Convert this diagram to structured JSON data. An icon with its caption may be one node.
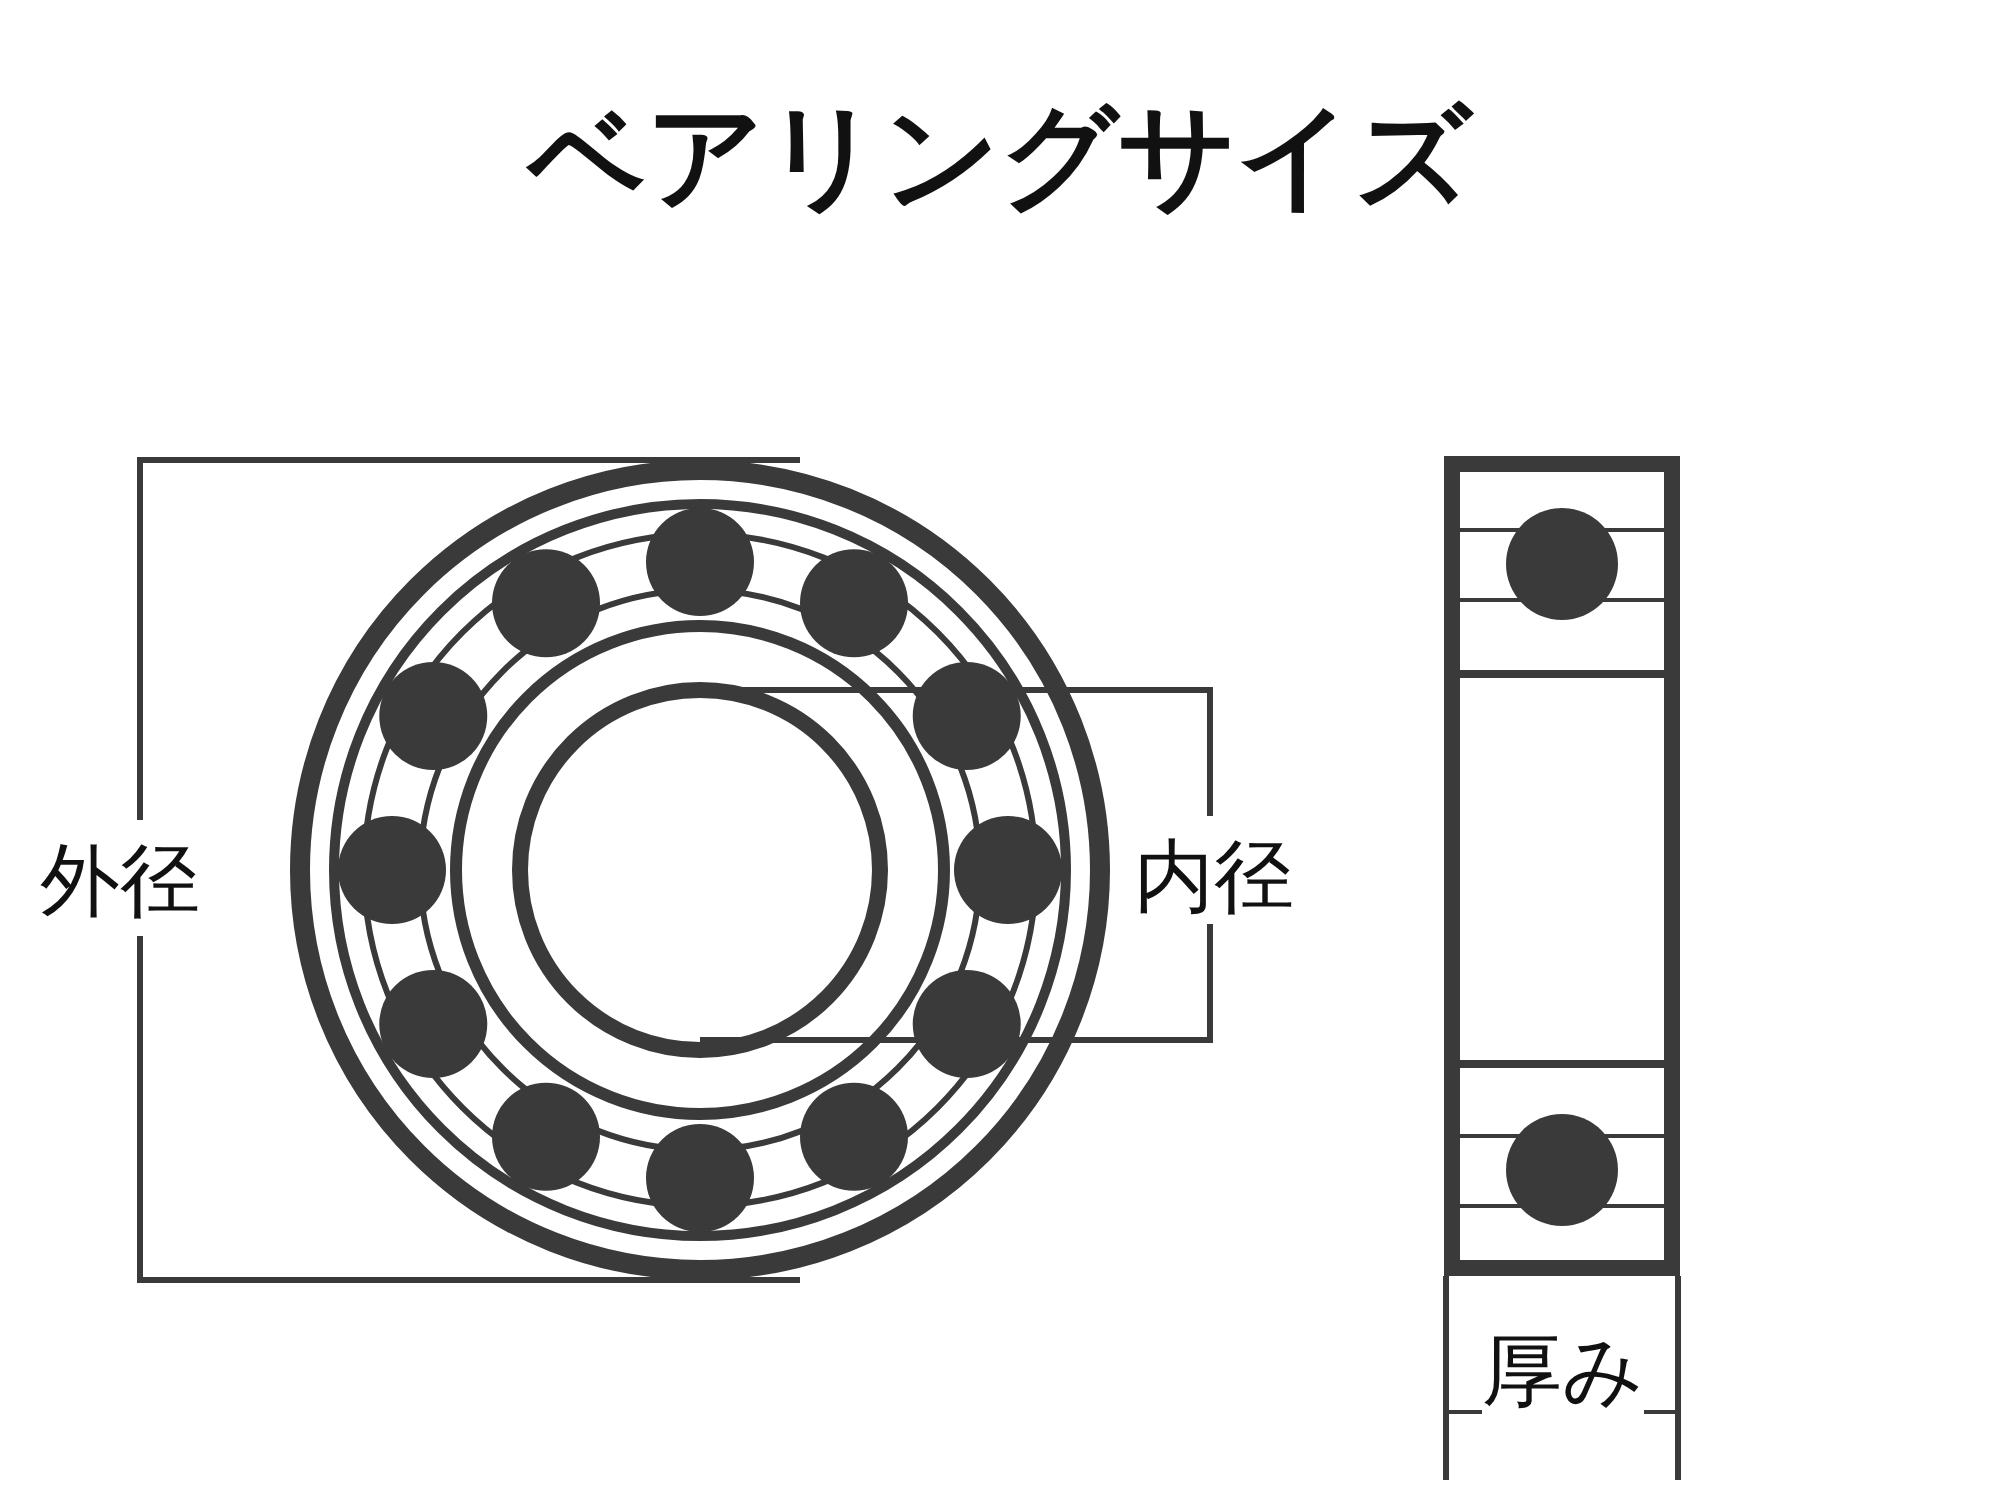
{
  "diagram": {
    "title": "ベアリングサイズ",
    "labels": [
      "外径",
      "内径",
      "厚み"
    ]
  }
}
